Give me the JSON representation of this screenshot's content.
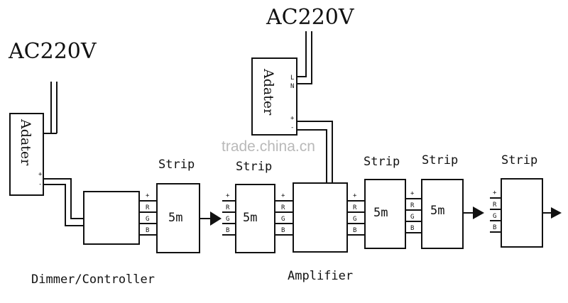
{
  "labels": {
    "ac_left": "AC220V",
    "ac_right": "AC220V",
    "adapter_left": "Adater",
    "adapter_right": "Adater",
    "strip_1": "Strip",
    "strip_2": "Strip",
    "strip_3": "Strip",
    "strip_4": "Strip",
    "strip_5": "Strip",
    "len_1": "5m",
    "len_2": "5m",
    "len_3": "5m",
    "len_4": "5m",
    "dimmer": "Dimmer/Controller",
    "amplifier": "Amplifier",
    "watermark": "trade.china.cn"
  },
  "pins": {
    "adapter_right_l": "L",
    "adapter_right_n": "N",
    "plus": "+",
    "minus": "-",
    "r": "R",
    "g": "G",
    "b": "B"
  }
}
